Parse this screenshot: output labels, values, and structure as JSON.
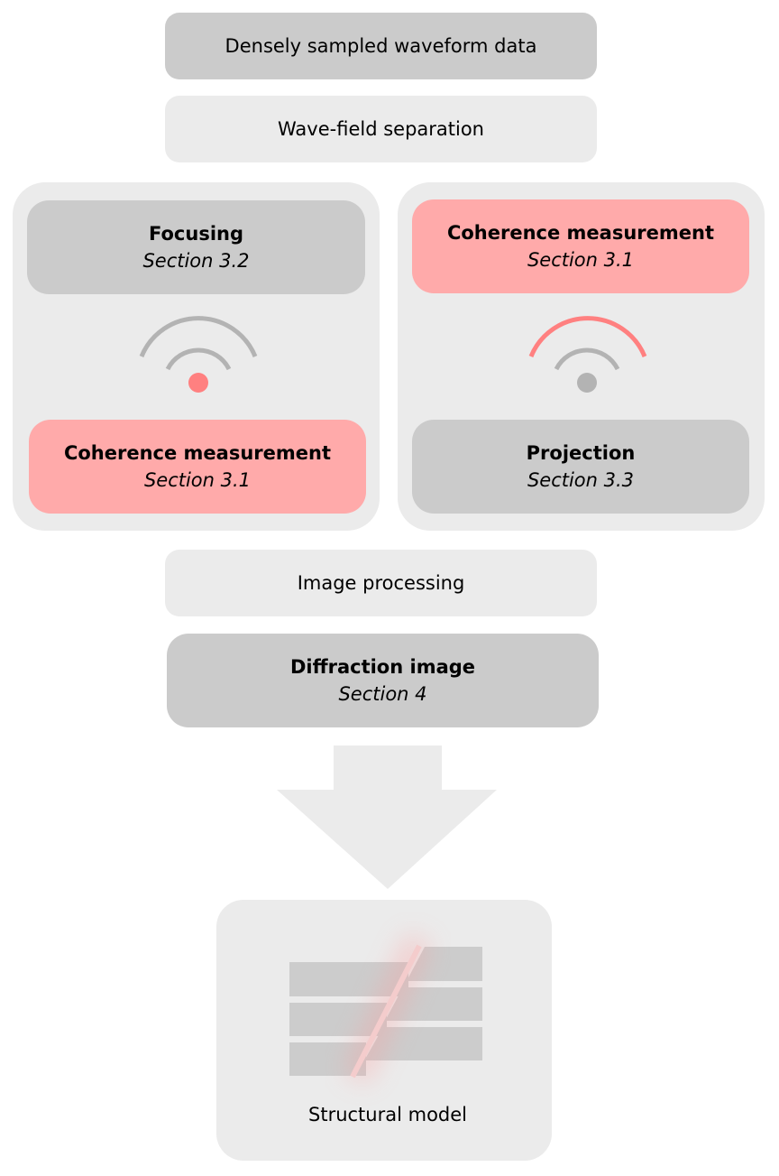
{
  "steps": {
    "input": "Densely sampled waveform data",
    "separation": "Wave-field separation",
    "left": {
      "top_title": "Focusing",
      "top_section": "Section 3.2",
      "bottom_title": "Coherence measurement",
      "bottom_section": "Section 3.1"
    },
    "right": {
      "top_title": "Coherence measurement",
      "top_section": "Section 3.1",
      "bottom_title": "Projection",
      "bottom_section": "Section 3.3"
    },
    "processing": "Image processing",
    "diffraction": {
      "title": "Diffraction image",
      "section": "Section 4"
    },
    "model": "Structural model"
  },
  "colors": {
    "highlight": "#ff8080",
    "grey": "#b3b3b3",
    "pink_box": "#ffaaaa"
  }
}
